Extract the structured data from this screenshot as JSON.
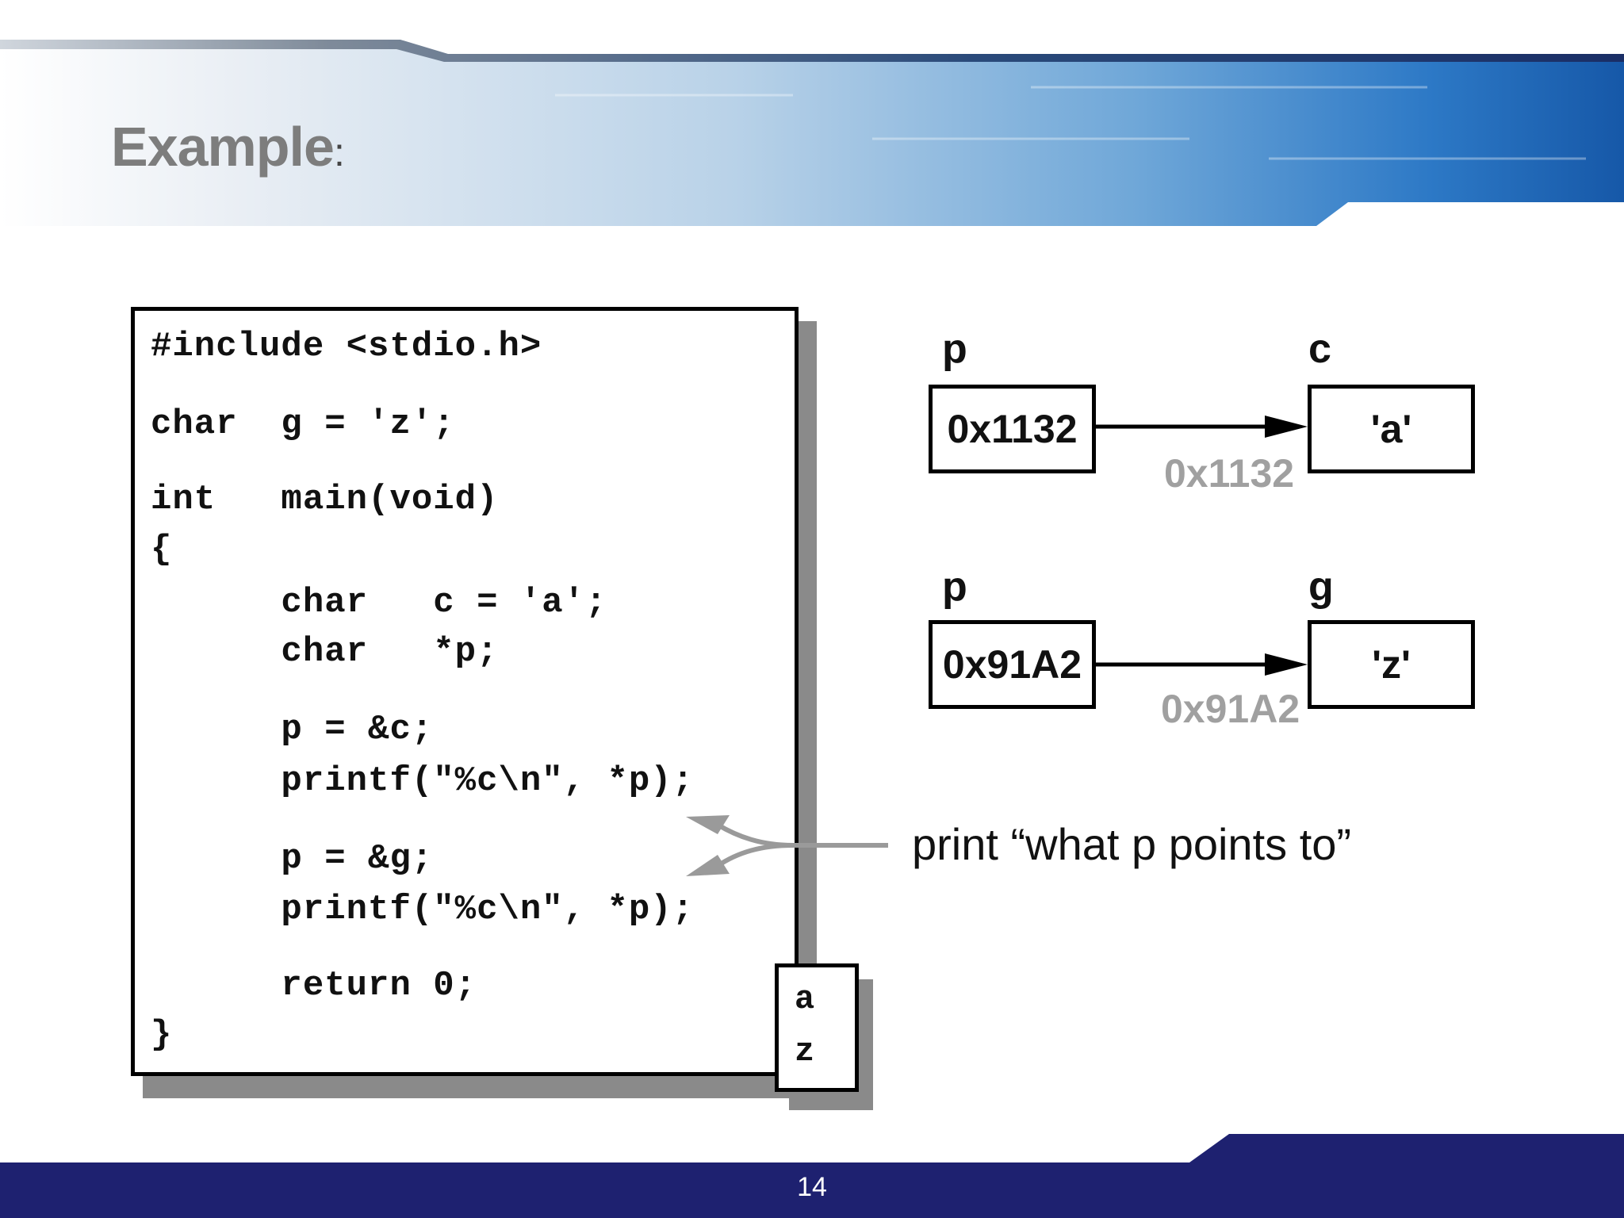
{
  "slide": {
    "title": "Example",
    "title_suffix": ":",
    "page_number": "14"
  },
  "code": {
    "lines": [
      "#include <stdio.h>",
      "char  g = 'z';",
      "int   main(void)",
      "{",
      "      char   c = 'a';",
      "      char   *p;",
      "      p = &c;",
      "      printf(\"%c\\n\", *p);",
      "      p = &g;",
      "      printf(\"%c\\n\", *p);",
      "      return 0;",
      "}"
    ]
  },
  "output": {
    "lines": [
      "a",
      "z"
    ]
  },
  "diagram": {
    "top": {
      "pointer_name": "p",
      "pointer_value": "0x1132",
      "target_name": "c",
      "target_value": "'a'",
      "address": "0x1132"
    },
    "bottom": {
      "pointer_name": "p",
      "pointer_value": "0x91A2",
      "target_name": "g",
      "target_value": "'z'",
      "address": "0x91A2"
    },
    "annotation": "print “what p points to”"
  },
  "colors": {
    "footer": "#1e2170",
    "banner_blue": "#1a5fb4",
    "address_gray": "#a0a0a0"
  }
}
